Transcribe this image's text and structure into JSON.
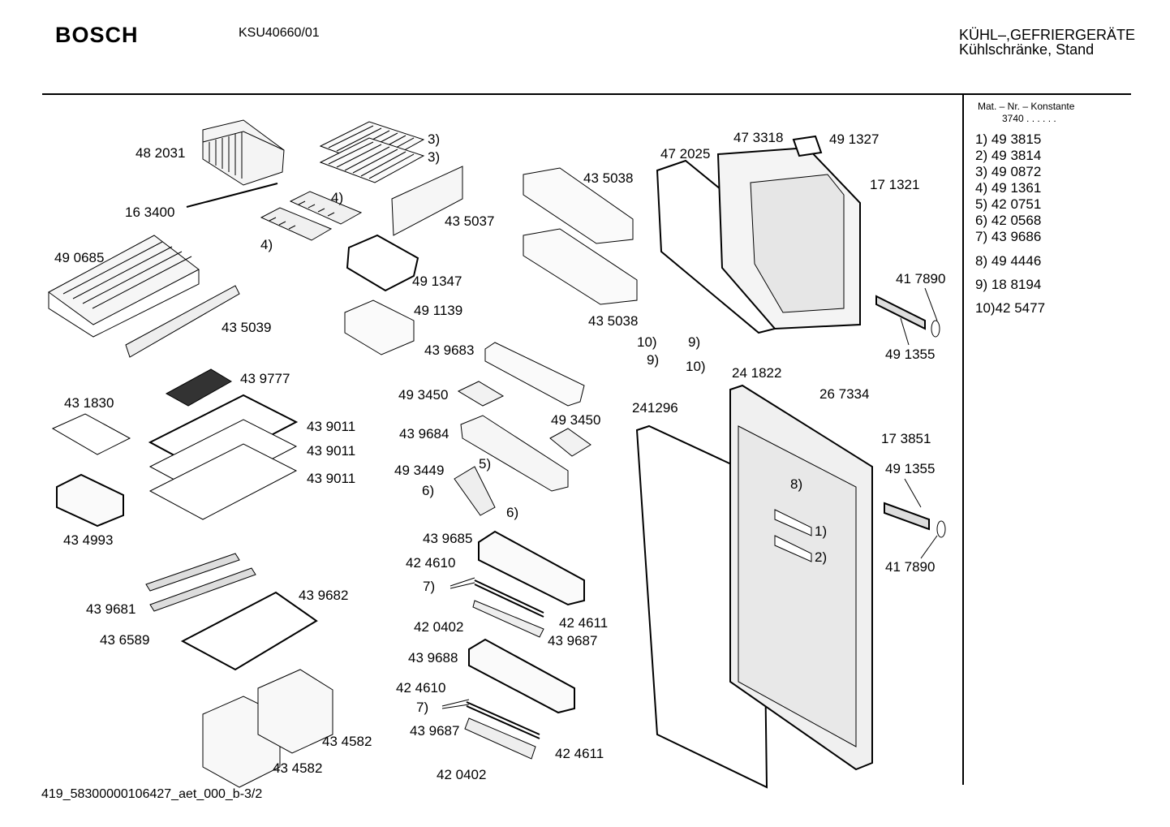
{
  "header": {
    "brand": "BOSCH",
    "model": "KSU40660/01",
    "category_line1": "KÜHL–,GEFRIERGERÄTE",
    "category_line2": "Kühlschränke, Stand"
  },
  "sidebar": {
    "title": "Mat. – Nr. – Konstante",
    "constant": "3740 . .   . . . .",
    "items": [
      "1)  49 3815",
      "2)  49 3814",
      "3)  49 0872",
      "4)  49 1361",
      "5)  42 0751",
      "6)  42 0568",
      "7)  43 9686",
      "8)  49 4446",
      "9)  18 8194",
      "10)42 5477"
    ]
  },
  "labels": [
    "48 2031",
    "16 3400",
    "3)",
    "3)",
    "4)",
    "4)",
    "43 5037",
    "49 1347",
    "49 0685",
    "43 5039",
    "49 1139",
    "43 5038",
    "43 5038",
    "47 2025",
    "47 3318",
    "49 1327",
    "17 1321",
    "41 7890",
    "49 1355",
    "10)",
    "9)",
    "9)",
    "10)",
    "43 9683",
    "43 9777",
    "43 1830",
    "43 9011",
    "43 9011",
    "43 9011",
    "49 3450",
    "49 3450",
    "43 9684",
    "49 3449",
    "5)",
    "6)",
    "6)",
    "43 4993",
    "24 1822",
    "26 7334",
    "241296",
    "17 3851",
    "49 1355",
    "8)",
    "1)",
    "2)",
    "41 7890",
    "43 9685",
    "42 4610",
    "7)",
    "42 0402",
    "42 4611",
    "43 9687",
    "43 9681",
    "43 9682",
    "43 6589",
    "43 9688",
    "42 4610",
    "7)",
    "43 9687",
    "42 4611",
    "43 4582",
    "43 4582",
    "42 0402"
  ],
  "footer": "419_58300000106427_aet_000_b-3/2"
}
